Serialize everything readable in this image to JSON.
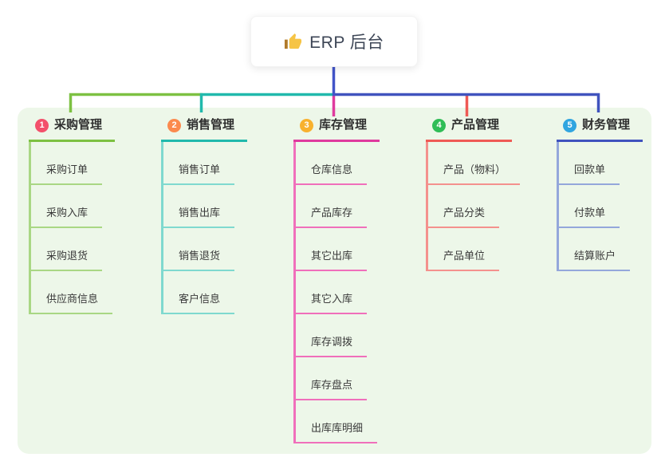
{
  "root_node": {
    "icon": "thumbs-up-icon",
    "title": "ERP 后台"
  },
  "colors": {
    "background": "#ffffff",
    "panel": "#edf7e9",
    "root_edge": "#4254c8",
    "root_text": "#3d4656",
    "branch_text": "#2f2f2f",
    "child_text": "#3a3a3a",
    "root_card": "#ffffff"
  },
  "branches": [
    {
      "index": "1",
      "label": "采购管理",
      "badge_color": "#f3506b",
      "line_color": "#7dc142",
      "child_line_color": "#a9d784",
      "children": [
        "采购订单",
        "采购入库",
        "采购退货",
        "供应商信息"
      ]
    },
    {
      "index": "2",
      "label": "销售管理",
      "badge_color": "#fb8a4e",
      "line_color": "#21b9ac",
      "child_line_color": "#7fd9cf",
      "children": [
        "销售订单",
        "销售出库",
        "销售退货",
        "客户信息"
      ]
    },
    {
      "index": "3",
      "label": "库存管理",
      "badge_color": "#f8b12e",
      "line_color": "#df3a9e",
      "child_line_color": "#f06fbb",
      "children": [
        "仓库信息",
        "产品库存",
        "其它出库",
        "其它入库",
        "库存调拨",
        "库存盘点",
        "出库库明细"
      ]
    },
    {
      "index": "4",
      "label": "产品管理",
      "badge_color": "#30bd57",
      "line_color": "#ef5a55",
      "child_line_color": "#f4918d",
      "children": [
        "产品（物料）",
        "产品分类",
        "产品单位"
      ]
    },
    {
      "index": "5",
      "label": "财务管理",
      "badge_color": "#30a5e0",
      "line_color": "#4053be",
      "child_line_color": "#94a7db",
      "children": [
        "回款单",
        "付款单",
        "结算账户"
      ]
    }
  ]
}
